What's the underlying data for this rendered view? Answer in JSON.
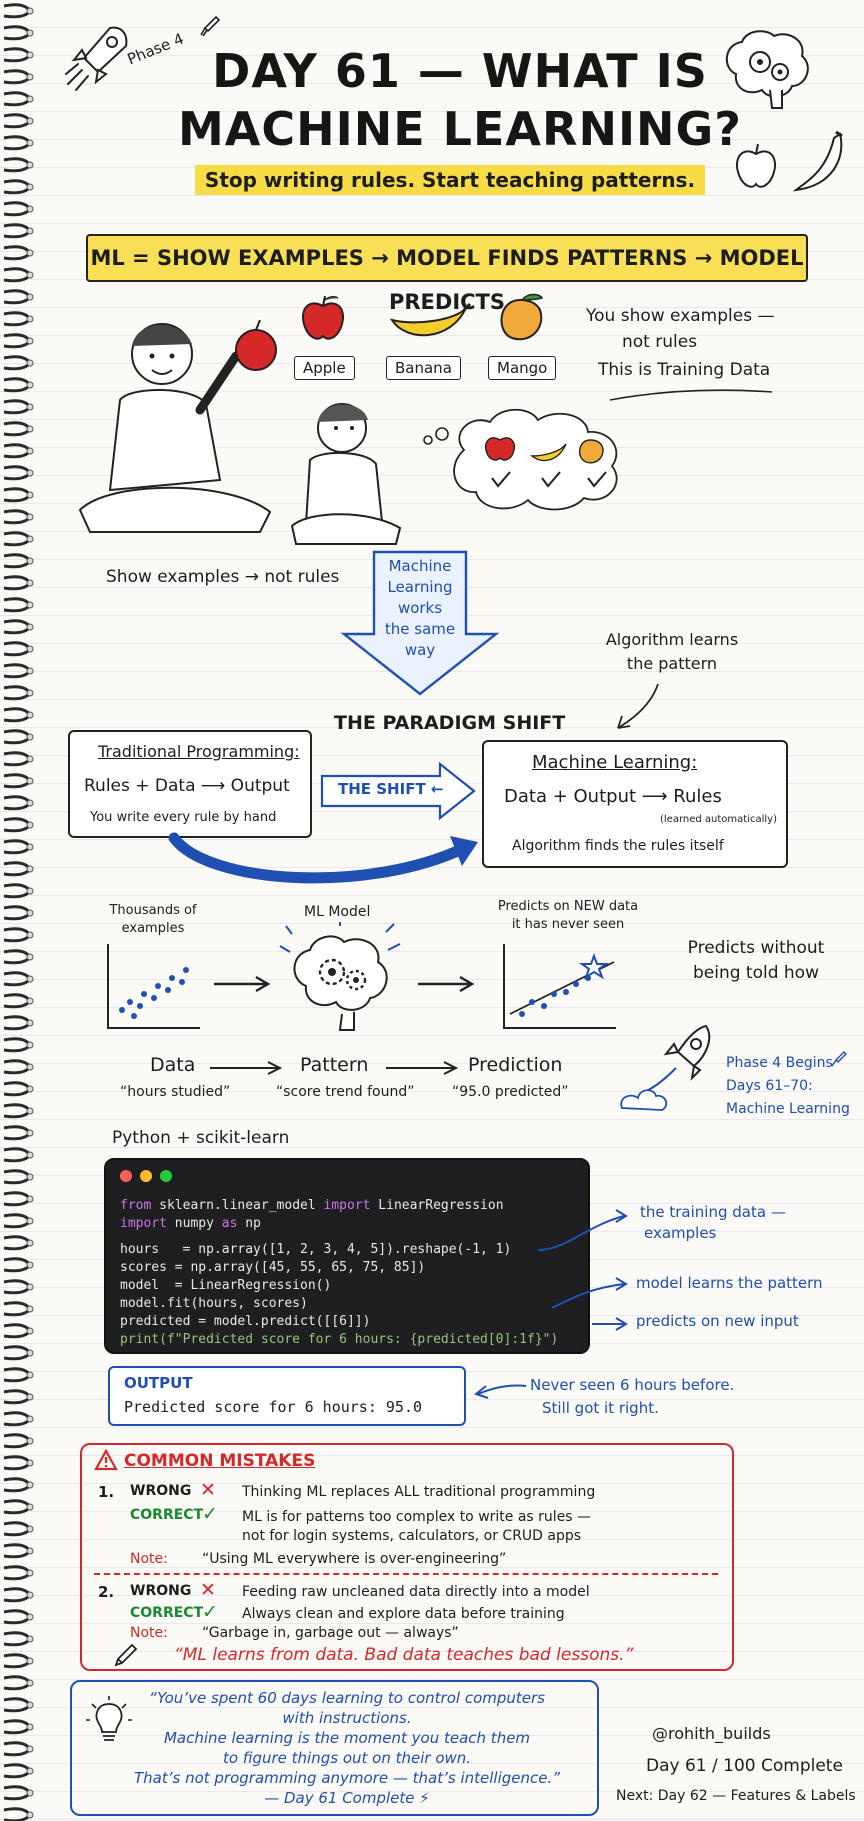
{
  "header": {
    "phase_tag": "Phase 4",
    "title_line1": "DAY 61 — WHAT IS",
    "title_line2": "MACHINE LEARNING?",
    "subtitle": "Stop writing rules. Start teaching patterns.",
    "banner": "ML = SHOW EXAMPLES → MODEL FINDS PATTERNS → MODEL PREDICTS"
  },
  "examples": {
    "fruit_labels": [
      "Apple",
      "Banana",
      "Mango"
    ],
    "note_line1": "You show examples —",
    "note_line2": "not rules",
    "note_line3": "This is Training Data",
    "caption": "Show examples → not rules",
    "arrow_text_lines": [
      "Machine",
      "Learning",
      "works",
      "the same",
      "way"
    ]
  },
  "paradigm": {
    "algo_note_line1": "Algorithm learns",
    "algo_note_line2": "the pattern",
    "title": "THE PARADIGM SHIFT",
    "traditional_title": "Traditional Programming:",
    "traditional_formula": "Rules + Data ⟶ Output",
    "traditional_note": "You write every rule by hand",
    "shift_label": "THE SHIFT ←",
    "ml_title": "Machine Learning:",
    "ml_formula": "Data + Output ⟶ Rules",
    "ml_sub": "(learned automatically)",
    "ml_note": "Algorithm finds the rules itself"
  },
  "pipeline": {
    "data_top_line1": "Thousands of",
    "data_top_line2": "examples",
    "model_top": "ML Model",
    "pred_top_line1": "Predicts on NEW data",
    "pred_top_line2": "it has never seen",
    "side_note_line1": "Predicts without",
    "side_note_line2": "being told how",
    "stage_data": "Data",
    "stage_pattern": "Pattern",
    "stage_prediction": "Prediction",
    "stage_data_sub": "“hours studied”",
    "stage_pattern_sub": "“score trend found”",
    "stage_prediction_sub": "“95.0 predicted”",
    "phase_note_line1": "Phase 4 Begins",
    "phase_note_line2": "Days 61–70:",
    "phase_note_line3": "Machine Learning"
  },
  "code": {
    "heading": "Python + scikit-learn",
    "l1a": "from",
    "l1b": " sklearn.linear_model ",
    "l1c": "import",
    "l1d": " LinearRegression",
    "l2a": "import",
    "l2b": " numpy ",
    "l2c": "as",
    "l2d": " np",
    "l3": "hours   = np.array([1, 2, 3, 4, 5]).reshape(-1, 1)",
    "l4": "scores = np.array([45, 55, 65, 75, 85])",
    "l5": "model  = LinearRegression()",
    "l6": "model.fit(hours, scores)",
    "l7": "predicted = model.predict([[6]])",
    "l8": "print(f\"Predicted score for 6 hours: {predicted[0]:1f}\")",
    "anno1_line1": "the training data —",
    "anno1_line2": "examples",
    "anno2": "model learns the pattern",
    "anno3": "predicts on new input"
  },
  "output": {
    "label": "OUTPUT",
    "value": "Predicted score for 6 hours: 95.0",
    "note_line1": "Never seen 6 hours before.",
    "note_line2": "Still got it right."
  },
  "mistakes": {
    "title": "COMMON MISTAKES",
    "wrong_label": "WRONG",
    "correct_label": "CORRECT",
    "note_label": "Note:",
    "m1_num": "1.",
    "m1_wrong": "Thinking ML replaces ALL traditional programming",
    "m1_correct_line1": "ML is for patterns too complex to write as rules —",
    "m1_correct_line2": "not for login systems, calculators, or CRUD apps",
    "m1_note": "“Using ML everywhere is over-engineering”",
    "m2_num": "2.",
    "m2_wrong": "Feeding raw uncleaned data directly into a model",
    "m2_correct": "Always clean and explore data before training",
    "m2_note": "“Garbage in, garbage out — always”",
    "motto": "“ML learns from data. Bad data teaches bad lessons.”"
  },
  "quote": {
    "lines": [
      "“You’ve spent 60 days learning to control computers",
      "with instructions.",
      "Machine learning is the moment you teach them",
      "to figure things out on their own.",
      "That’s not programming anymore — that’s intelligence.”",
      "— Day 61 Complete ⚡"
    ]
  },
  "footer": {
    "handle": "@rohith_builds",
    "progress": "Day 61 / 100 Complete",
    "next": "Next: Day 62 — Features & Labels"
  },
  "colors": {
    "highlight": "#f7dc45",
    "ink_blue": "#1f4fb0",
    "alert_red": "#d62828",
    "ok_green": "#1a8a30"
  }
}
